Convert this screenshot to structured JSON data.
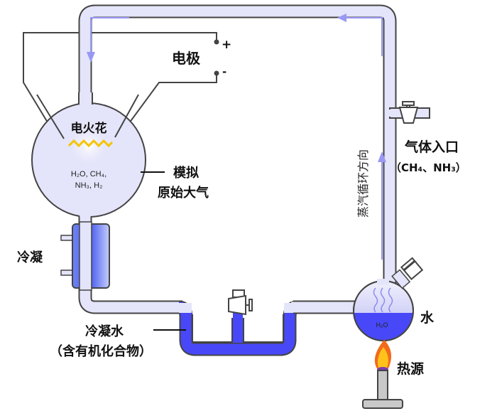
{
  "title": "Miller-Urey experiment apparatus",
  "labels": {
    "electrode": "电极",
    "electrode_plus": "+",
    "electrode_minus": "-",
    "spark": "电火花",
    "gas_mix_line1": "H₂O, CH₄,",
    "gas_mix_line2": "NH₃, H₂",
    "atmosphere_line1": "模拟",
    "atmosphere_line2": "原始大气",
    "condenser": "冷凝",
    "condensed_water_line1": "冷凝水",
    "condensed_water_line2": "（含有机化合物）",
    "steam_direction": "蒸汽循环方向",
    "gas_inlet": "气体入口",
    "gas_inlet_formula": "（CH₄、NH₃）",
    "water": "水",
    "flask_formula": "H₂O",
    "heat_source": "热源"
  },
  "colors": {
    "tube_fill": "#e4e4fa",
    "outline": "#444444",
    "water": "#4848f8",
    "flow_arrow": "#9898f4",
    "spark": "#f5c400",
    "flame_outer": "#f26a1b",
    "flame_inner": "#ffc21a",
    "burner_gray": "#c8c8c8"
  }
}
